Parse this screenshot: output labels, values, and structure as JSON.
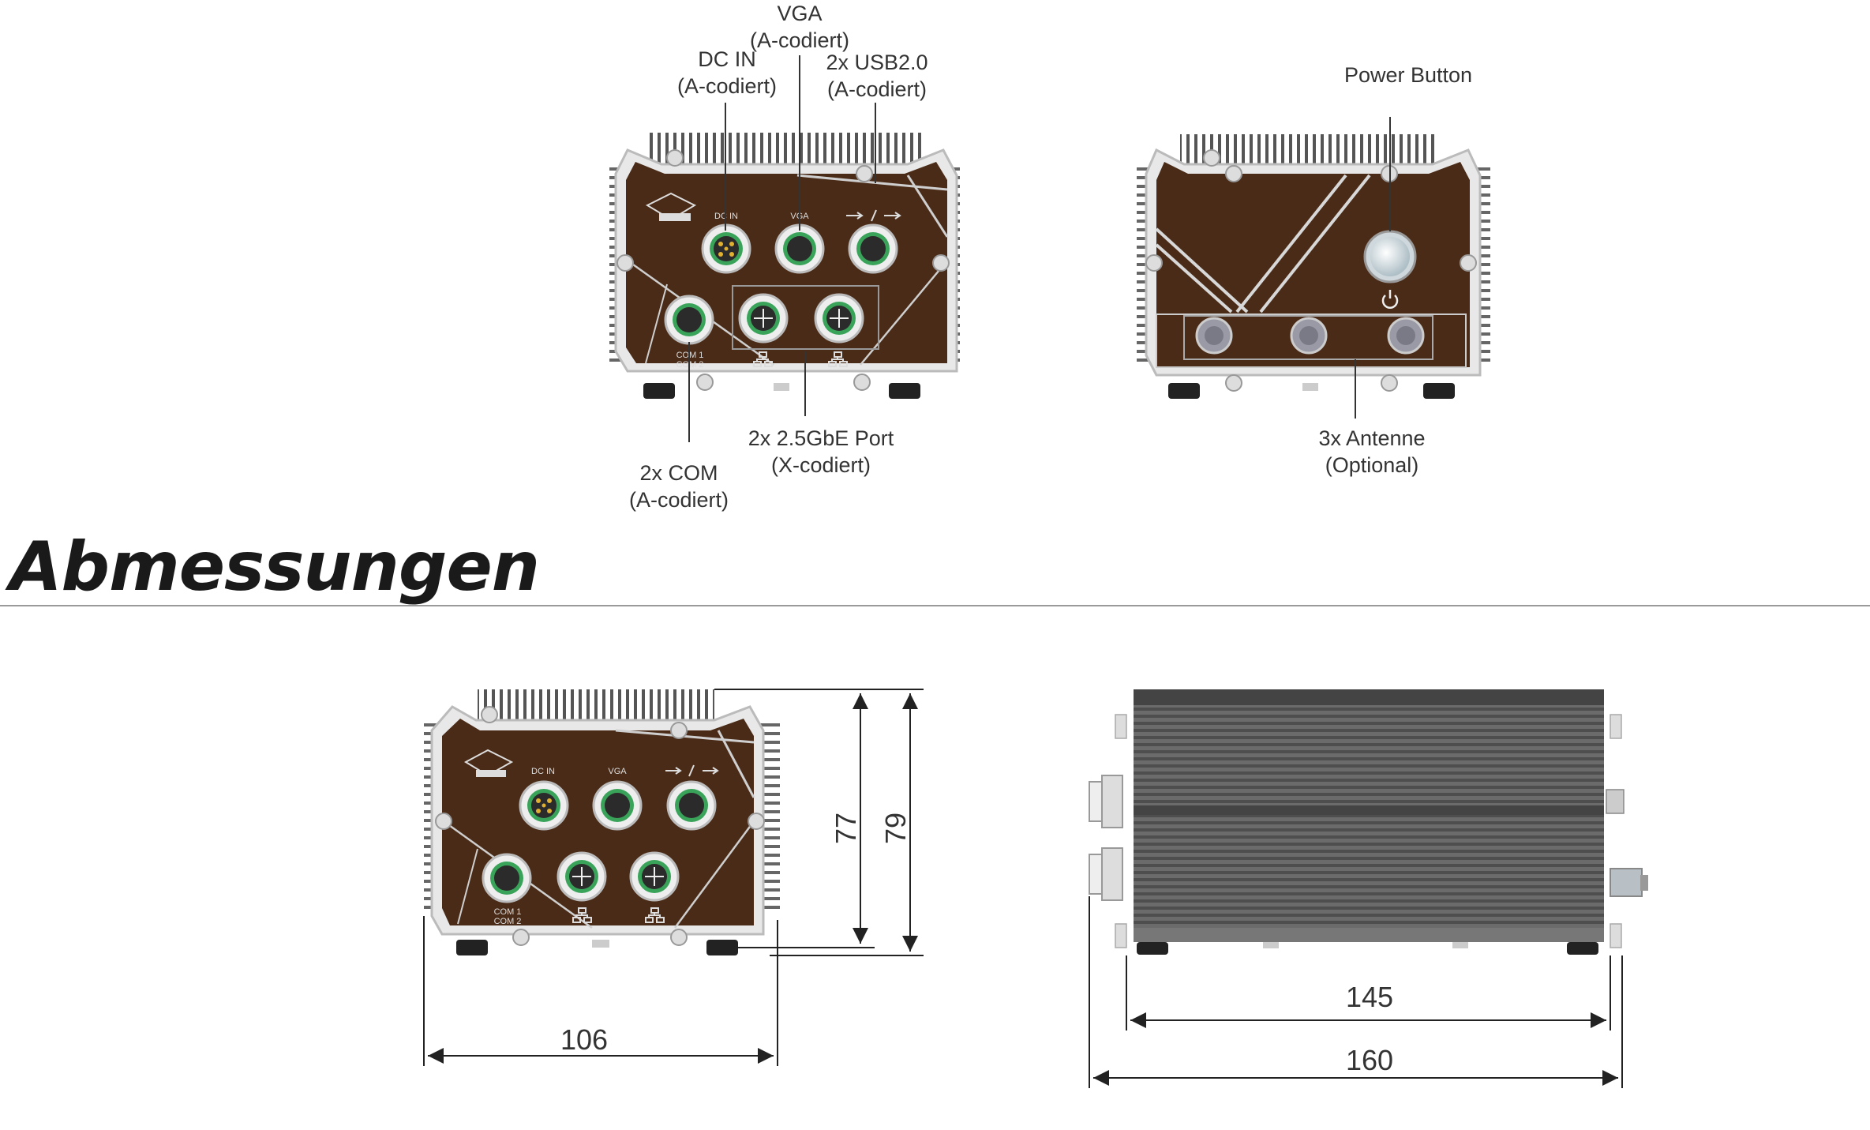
{
  "front_view": {
    "callouts": {
      "dc_in": {
        "name": "DC IN",
        "coding": "(A-codiert)"
      },
      "vga": {
        "name": "VGA",
        "coding": "(A-codiert)"
      },
      "usb": {
        "name": "2x USB2.0",
        "coding": "(A-codiert)"
      },
      "com": {
        "name": "2x COM",
        "coding": "(A-codiert)"
      },
      "lan": {
        "name": "2x 2.5GbE Port",
        "coding": "(X-codiert)"
      }
    },
    "panel_labels": {
      "dc_in": "DC IN",
      "vga": "VGA",
      "com1": "COM 1",
      "com2": "COM 2"
    }
  },
  "rear_view": {
    "callouts": {
      "power": {
        "name": "Power Button"
      },
      "antenna": {
        "name": "3x Antenne",
        "coding": "(Optional)"
      }
    }
  },
  "section_heading": "Abmessungen",
  "dimensions": {
    "width": "106",
    "height_inner": "77",
    "height_outer": "79",
    "length_inner": "145",
    "length_outer": "160"
  },
  "colors": {
    "panel": "#4a2b17",
    "connector_ring": "#3aa35a",
    "outline": "#c7c7c7",
    "body_dark": "#5a5a5a"
  }
}
